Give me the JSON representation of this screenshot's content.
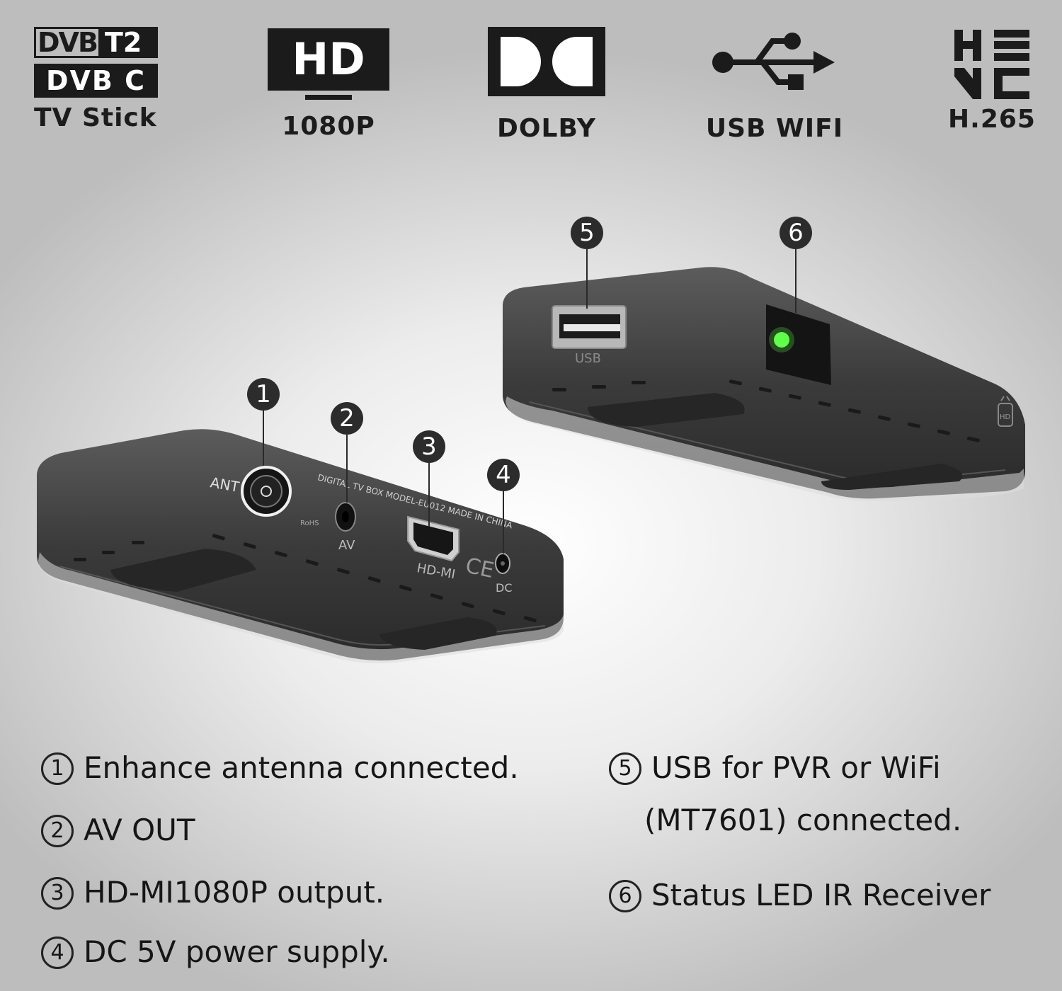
{
  "features": {
    "dvb": {
      "logo_left": "DVB",
      "logo_right": "T2",
      "line2": "DVB C",
      "label": "TV Stick"
    },
    "hd": {
      "badge": "HD",
      "label": "1080P"
    },
    "dolby": {
      "label": "DOLBY"
    },
    "usb": {
      "label": "USB WIFI"
    },
    "hevc": {
      "label": "H.265"
    }
  },
  "device_front": {
    "ant_label": "ANT",
    "silkscreen": "DIGITAL TV BOX   MODEL-EU012  MADE IN CHINA",
    "rohs": "RoHS",
    "av_label": "AV",
    "hdmi_label": "HD-MI",
    "ce_label": "CE",
    "dc_label": "DC"
  },
  "device_rear": {
    "usb_label": "USB",
    "logo": "HD"
  },
  "callouts": [
    "1",
    "2",
    "3",
    "4",
    "5",
    "6"
  ],
  "descriptions": {
    "d1": {
      "num": "1",
      "text": "Enhance antenna connected."
    },
    "d2": {
      "num": "2",
      "text": "AV OUT"
    },
    "d3": {
      "num": "3",
      "text": "HD-MI1080P output."
    },
    "d4": {
      "num": "4",
      "text": "DC 5V power supply."
    },
    "d5": {
      "num": "5",
      "text": "USB for PVR or WiFi"
    },
    "d5b": "(MT7601) connected.",
    "d6": {
      "num": "6",
      "text": "Status LED IR Receiver"
    }
  },
  "colors": {
    "device": "#3a3a3a",
    "led": "#5fff4a",
    "badge": "#1b1b1b"
  }
}
